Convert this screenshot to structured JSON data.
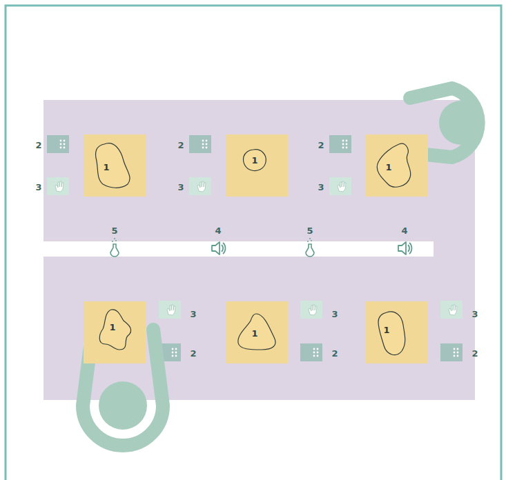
{
  "diagram": {
    "nodes": [
      {
        "text": [
          "1"
        ]
      },
      {
        "text": [
          "1"
        ]
      },
      {
        "text": [
          "1"
        ]
      },
      {
        "text": [
          "1"
        ]
      },
      {
        "text": [
          "1"
        ]
      },
      {
        "text": [
          "1"
        ]
      }
    ],
    "labels": [
      "2",
      "3",
      "2",
      "3",
      "2",
      "3",
      "5",
      "4",
      "5",
      "4",
      "3",
      "2",
      "3",
      "2",
      "3",
      "2"
    ]
  }
}
